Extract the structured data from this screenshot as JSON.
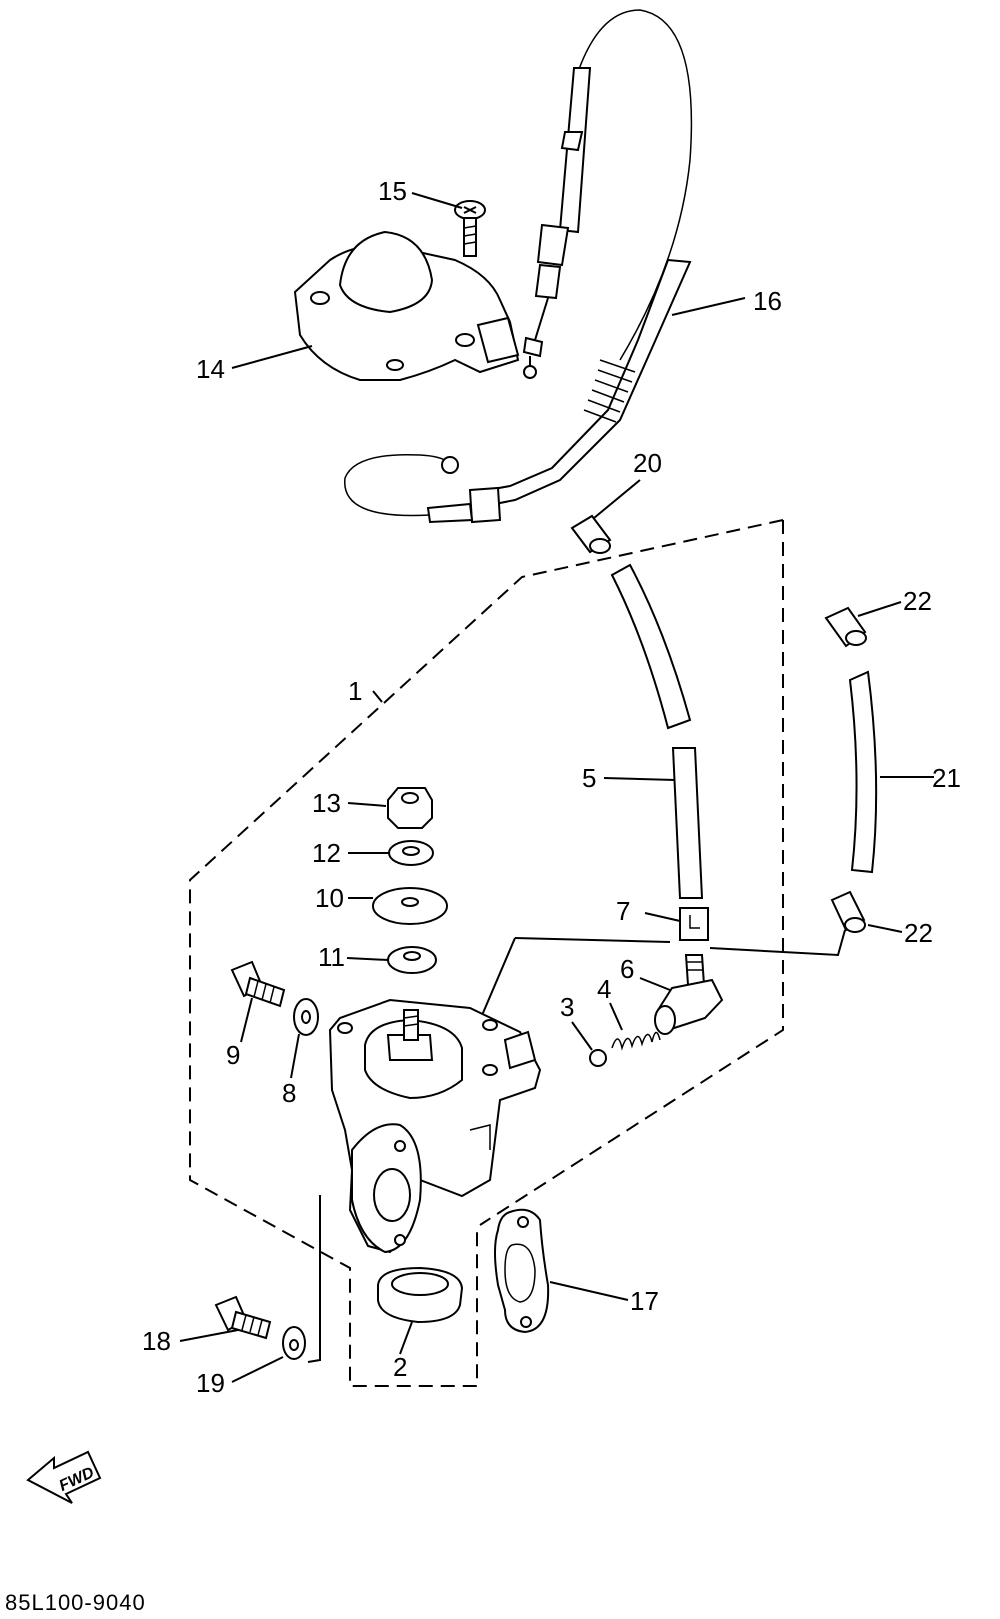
{
  "diagram": {
    "code": "85L100-9040",
    "fwd_label": "FWD",
    "callouts": [
      {
        "id": "1",
        "text": "1"
      },
      {
        "id": "2",
        "text": "2"
      },
      {
        "id": "3",
        "text": "3"
      },
      {
        "id": "4",
        "text": "4"
      },
      {
        "id": "5",
        "text": "5"
      },
      {
        "id": "6",
        "text": "6"
      },
      {
        "id": "7",
        "text": "7"
      },
      {
        "id": "8",
        "text": "8"
      },
      {
        "id": "9",
        "text": "9"
      },
      {
        "id": "10",
        "text": "10"
      },
      {
        "id": "11",
        "text": "11"
      },
      {
        "id": "12",
        "text": "12"
      },
      {
        "id": "13",
        "text": "13"
      },
      {
        "id": "14",
        "text": "14"
      },
      {
        "id": "15",
        "text": "15"
      },
      {
        "id": "16",
        "text": "16"
      },
      {
        "id": "17",
        "text": "17"
      },
      {
        "id": "18",
        "text": "18"
      },
      {
        "id": "19",
        "text": "19"
      },
      {
        "id": "20",
        "text": "20"
      },
      {
        "id": "21",
        "text": "21"
      },
      {
        "id": "22a",
        "text": "22"
      },
      {
        "id": "22b",
        "text": "22"
      }
    ]
  }
}
